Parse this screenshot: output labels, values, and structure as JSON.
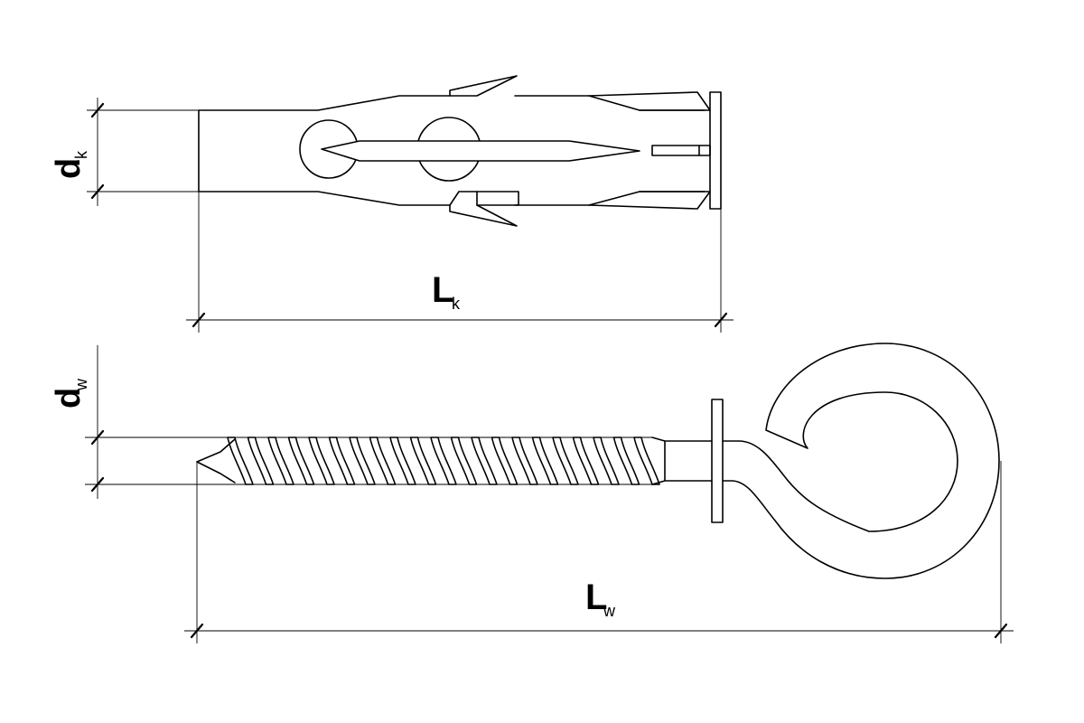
{
  "labels": {
    "dk": {
      "main": "d",
      "sub": "k"
    },
    "lk": {
      "main": "L",
      "sub": "k"
    },
    "dw": {
      "main": "d",
      "sub": "w"
    },
    "lw": {
      "main": "L",
      "sub": "w"
    }
  }
}
